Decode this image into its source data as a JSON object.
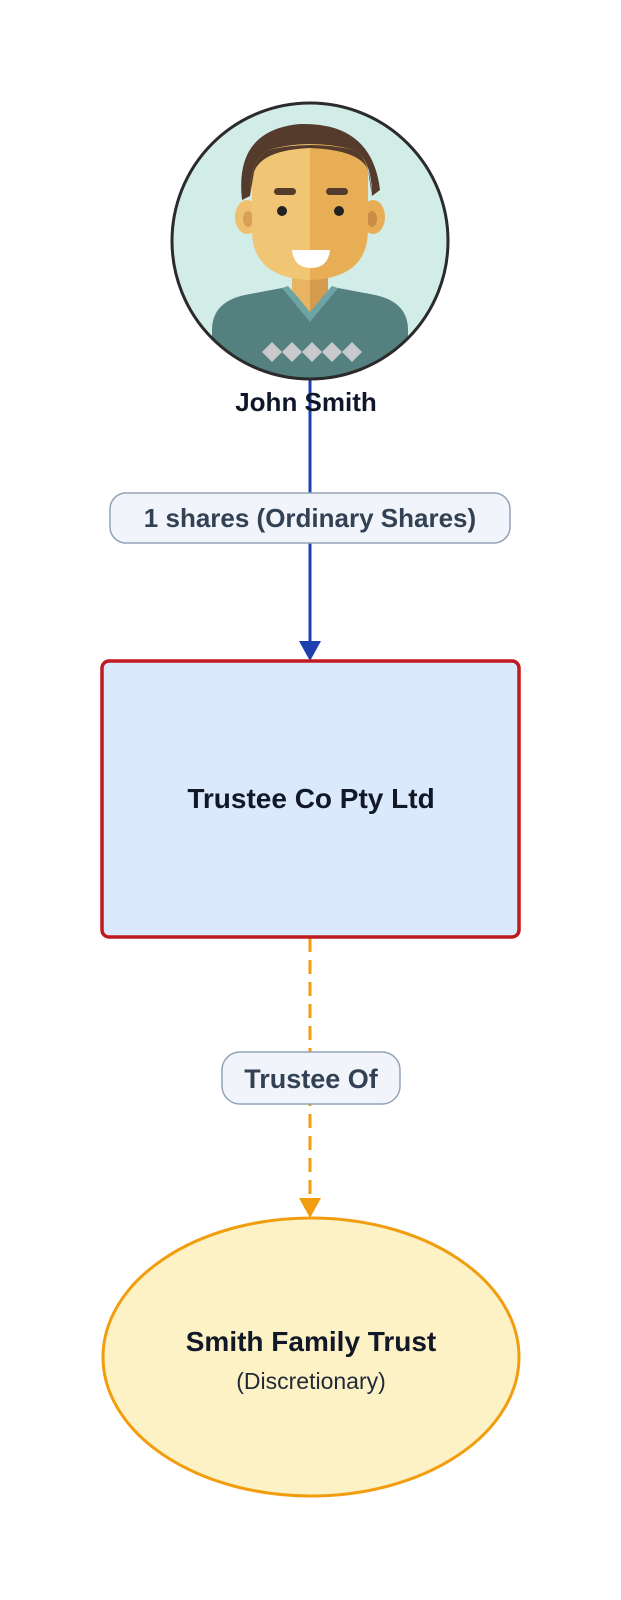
{
  "diagram": {
    "type": "ownership-structure",
    "nodes": [
      {
        "id": "john-smith",
        "kind": "person",
        "label": "John Smith",
        "avatar": "male-avatar-icon",
        "colors": {
          "bg": "#d2ede8",
          "border": "#2b2b2b"
        }
      },
      {
        "id": "trustee-co",
        "kind": "company",
        "label": "Trustee Co Pty Ltd",
        "colors": {
          "fill": "#dbe9fc",
          "border": "#c0191f"
        }
      },
      {
        "id": "smith-family-trust",
        "kind": "trust",
        "label": "Smith Family Trust",
        "sublabel": "(Discretionary)",
        "colors": {
          "fill": "#fdf2c6",
          "border": "#f29d0d"
        }
      }
    ],
    "edges": [
      {
        "from": "john-smith",
        "to": "trustee-co",
        "label": "1 shares (Ordinary Shares)",
        "style": "solid",
        "color": "#1e40af"
      },
      {
        "from": "trustee-co",
        "to": "smith-family-trust",
        "label": "Trustee Of",
        "style": "dashed",
        "color": "#f29d0d"
      }
    ],
    "edge_label_colors": {
      "fill": "#f1f5fb",
      "border": "#94a3b8",
      "text": "#334155"
    }
  }
}
